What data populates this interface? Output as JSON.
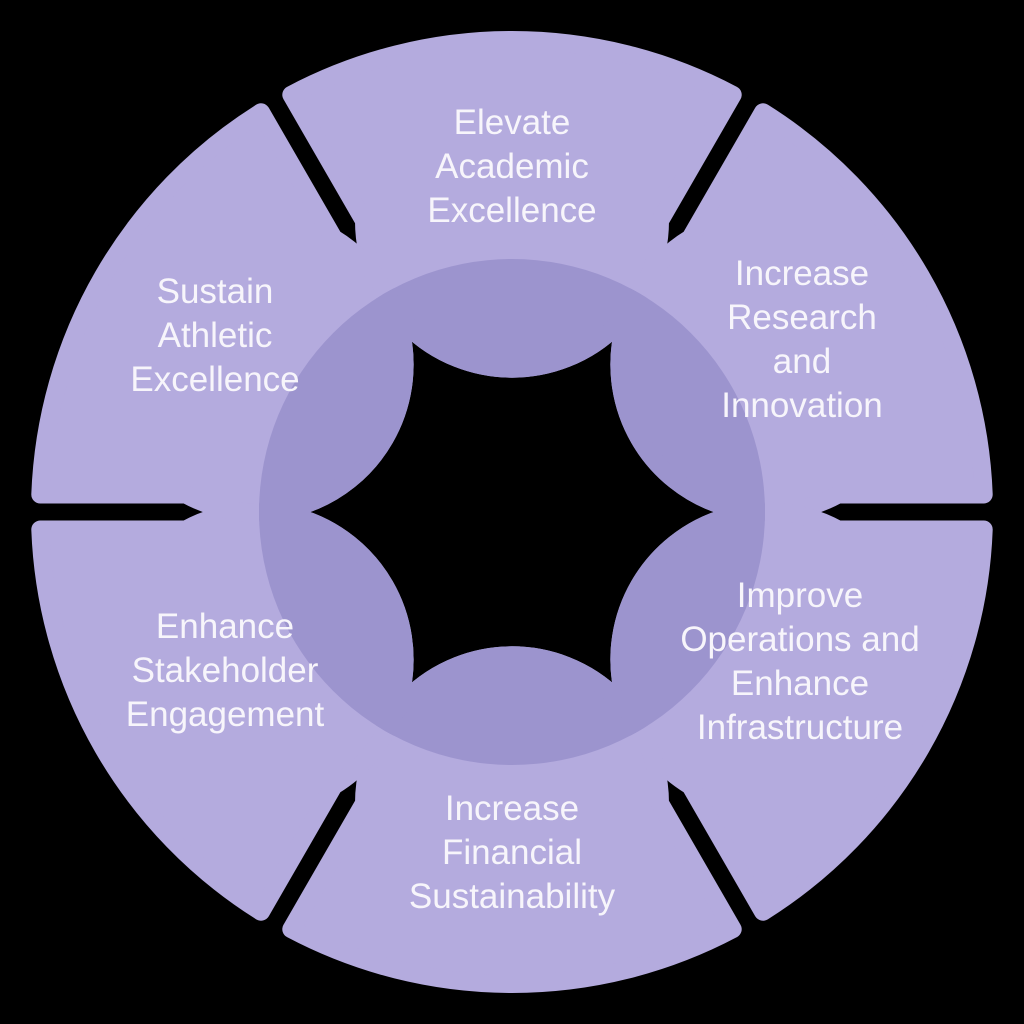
{
  "diagram": {
    "type": "segmented-cycle",
    "background_color": "#000000",
    "colors": {
      "segment_fill": "#b4abde",
      "segment_inner_overlap": "#9c94ce",
      "label_text": "#f7f5fb"
    },
    "segments": [
      {
        "id": "elevate-academic-excellence",
        "position": "top",
        "label": "Elevate Academic Excellence",
        "lines": [
          "Elevate",
          "Academic",
          "Excellence"
        ]
      },
      {
        "id": "increase-research-and-innovation",
        "position": "upper-right",
        "label": "Increase Research and Innovation",
        "lines": [
          "Increase",
          "Research",
          "and",
          "Innovation"
        ]
      },
      {
        "id": "improve-operations-and-enhance-infrastructure",
        "position": "lower-right",
        "label": "Improve Operations and Enhance Infrastructure",
        "lines": [
          "Improve",
          "Operations and",
          "Enhance",
          "Infrastructure"
        ]
      },
      {
        "id": "increase-financial-sustainability",
        "position": "bottom",
        "label": "Increase Financial Sustainability",
        "lines": [
          "Increase",
          "Financial",
          "Sustainability"
        ]
      },
      {
        "id": "enhance-stakeholder-engagement",
        "position": "lower-left",
        "label": "Enhance Stakeholder Engagement",
        "lines": [
          "Enhance",
          "Stakeholder",
          "Engagement"
        ]
      },
      {
        "id": "sustain-athletic-excellence",
        "position": "upper-left",
        "label": "Sustain Athletic Excellence",
        "lines": [
          "Sustain",
          "Athletic",
          "Excellence"
        ]
      }
    ]
  }
}
